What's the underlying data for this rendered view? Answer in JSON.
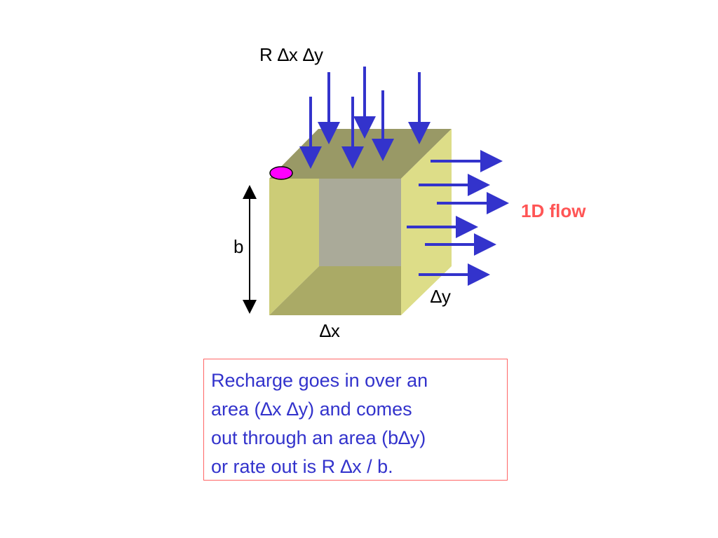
{
  "labels": {
    "recharge": "R ∆x ∆y",
    "flow": "1D flow",
    "height": "b",
    "depth": "∆y",
    "width": "∆x"
  },
  "note": {
    "lines": [
      "Recharge goes in over an",
      "area (∆x ∆y) and comes",
      "out through an area (b∆y)",
      "or rate out is R ∆x / b."
    ]
  },
  "colors": {
    "arrow": "#3333cc",
    "flow_label": "#ff5555",
    "note_text": "#3333cc",
    "note_border": "#ff6666",
    "cube_top": "#999966",
    "cube_left_wall": "#cccc77",
    "cube_right_wall": "#dddd88",
    "cube_bottom": "#aaaa66",
    "cube_back": "#aaaa99",
    "marker": "#ff00ff"
  }
}
